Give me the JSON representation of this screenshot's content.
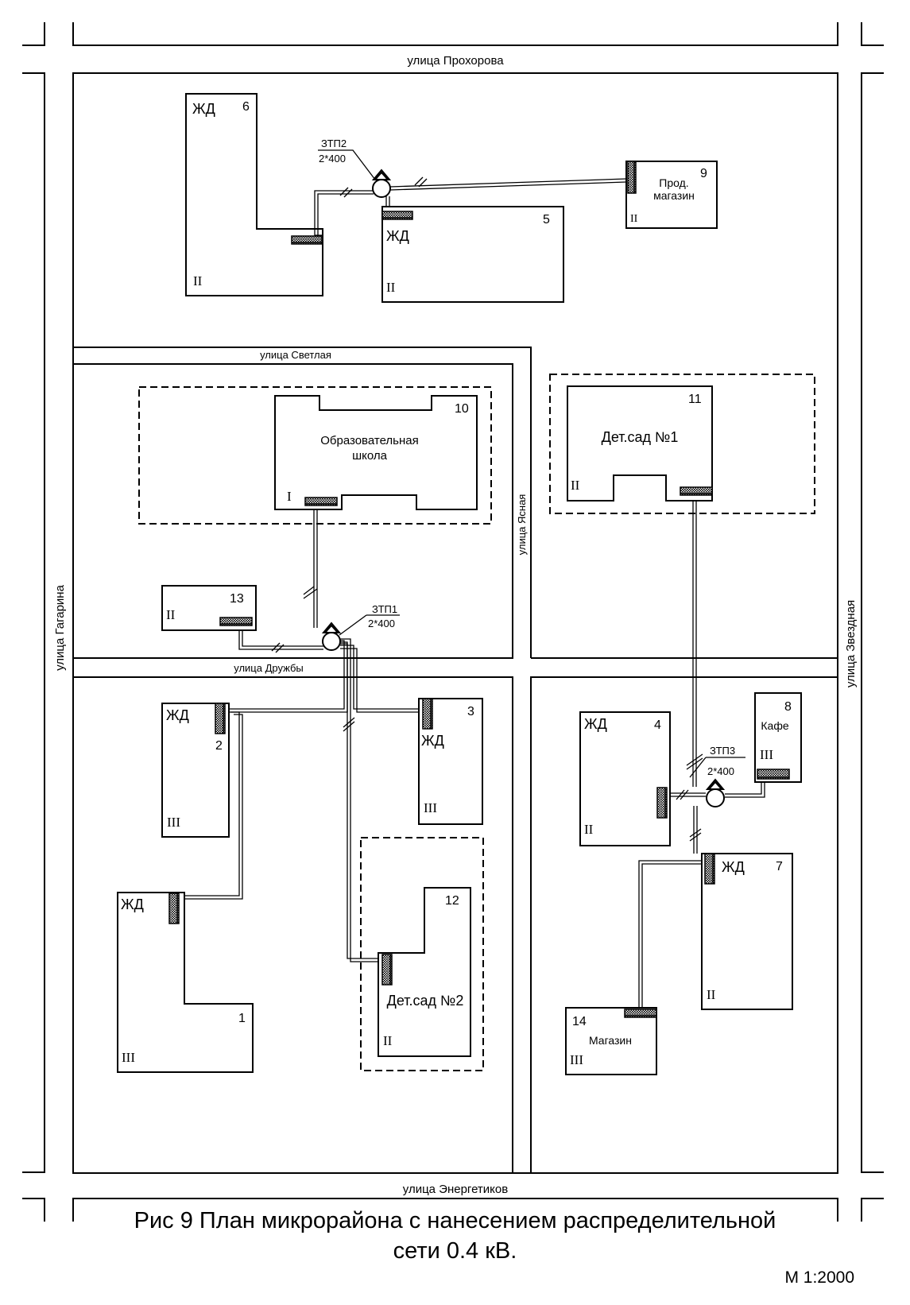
{
  "streets": {
    "north": "улица Прохорова",
    "south": "улица Энергетиков",
    "west": "улица Гагарина",
    "east": "улица Звездная",
    "middle_top": "улица Светлая",
    "middle": "улица Дружбы",
    "vertical": "улица Ясная"
  },
  "substations": [
    {
      "name": "ЗТП1",
      "power": "2*400"
    },
    {
      "name": "ЗТП2",
      "power": "2*400"
    },
    {
      "name": "ЗТП3",
      "power": "2*400"
    }
  ],
  "buildings": [
    {
      "number": "1",
      "label": "",
      "category": "III"
    },
    {
      "number": "2",
      "label": "ЖД",
      "category": "III"
    },
    {
      "number": "3",
      "label": "ЖД",
      "category": "III"
    },
    {
      "number": "4",
      "label": "ЖД",
      "category": "II"
    },
    {
      "number": "5",
      "label": "ЖД",
      "category": "II"
    },
    {
      "number": "6",
      "label": "ЖД",
      "category": "II"
    },
    {
      "number": "7",
      "label": "ЖД",
      "category": "II"
    },
    {
      "number": "8",
      "label": "Кафе",
      "category": "III"
    },
    {
      "number": "9",
      "label": "Прод. магазин",
      "category": "II"
    },
    {
      "number": "10",
      "label": "Образовательная школа",
      "category": "I"
    },
    {
      "number": "11",
      "label": "Дет.сад №1",
      "category": "II"
    },
    {
      "number": "12",
      "label": "Дет.сад №2",
      "category": "II"
    },
    {
      "number": "13",
      "label": "",
      "category": "II"
    },
    {
      "number": "14",
      "label": "Магазин",
      "category": "III"
    }
  ],
  "labels": {
    "b1_extra": "ЖД",
    "b9_line1": "Прод.",
    "b9_line2": "магазин",
    "b10_line1": "Образовательная",
    "b10_line2": "школа"
  },
  "caption": {
    "line1": "Рис 9 План микрорайона с нанесением распределительной",
    "line2": "сети 0.4 кВ."
  },
  "scale": "М 1:2000"
}
